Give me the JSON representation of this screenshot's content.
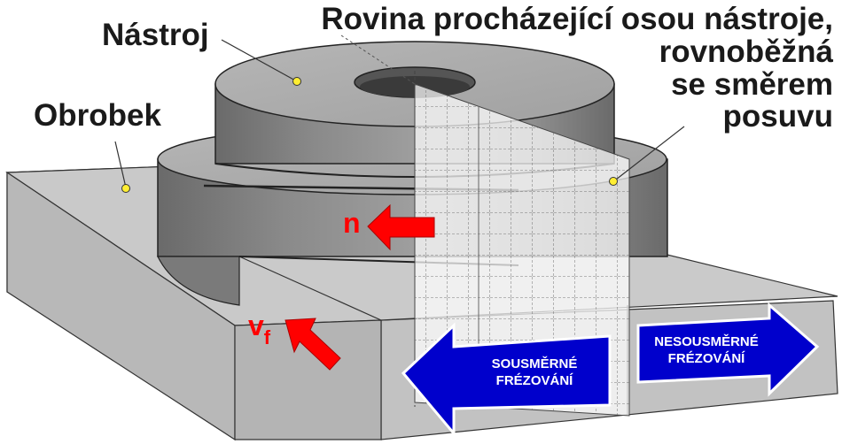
{
  "labels": {
    "tool": "Nástroj",
    "workpiece": "Obrobek",
    "plane_lines": [
      "Rovina procházející osou nástroje,",
      "rovnoběžná",
      "se směrem",
      "posuvu"
    ]
  },
  "symbols": {
    "rotation": "n",
    "feed_main": "v",
    "feed_sub": "f"
  },
  "arrows": {
    "climb": [
      "SOUSMĚRNÉ",
      "FRÉZOVÁNÍ"
    ],
    "conventional": [
      "NESOUSMĚRNÉ",
      "FRÉZOVÁNÍ"
    ]
  },
  "colors": {
    "arrow_blue": "#0000cc",
    "red": "#ff0000",
    "gray_light": "#cfcfcf",
    "gray_dark": "#6e6e6e",
    "dot_yellow": "#ffee33"
  },
  "icons": {
    "rotation_arrow": "red-left-arrow-icon",
    "feed_arrow": "red-diagonal-arrow-icon",
    "climb_arrow": "blue-left-arrow-icon",
    "conventional_arrow": "blue-right-arrow-icon"
  }
}
